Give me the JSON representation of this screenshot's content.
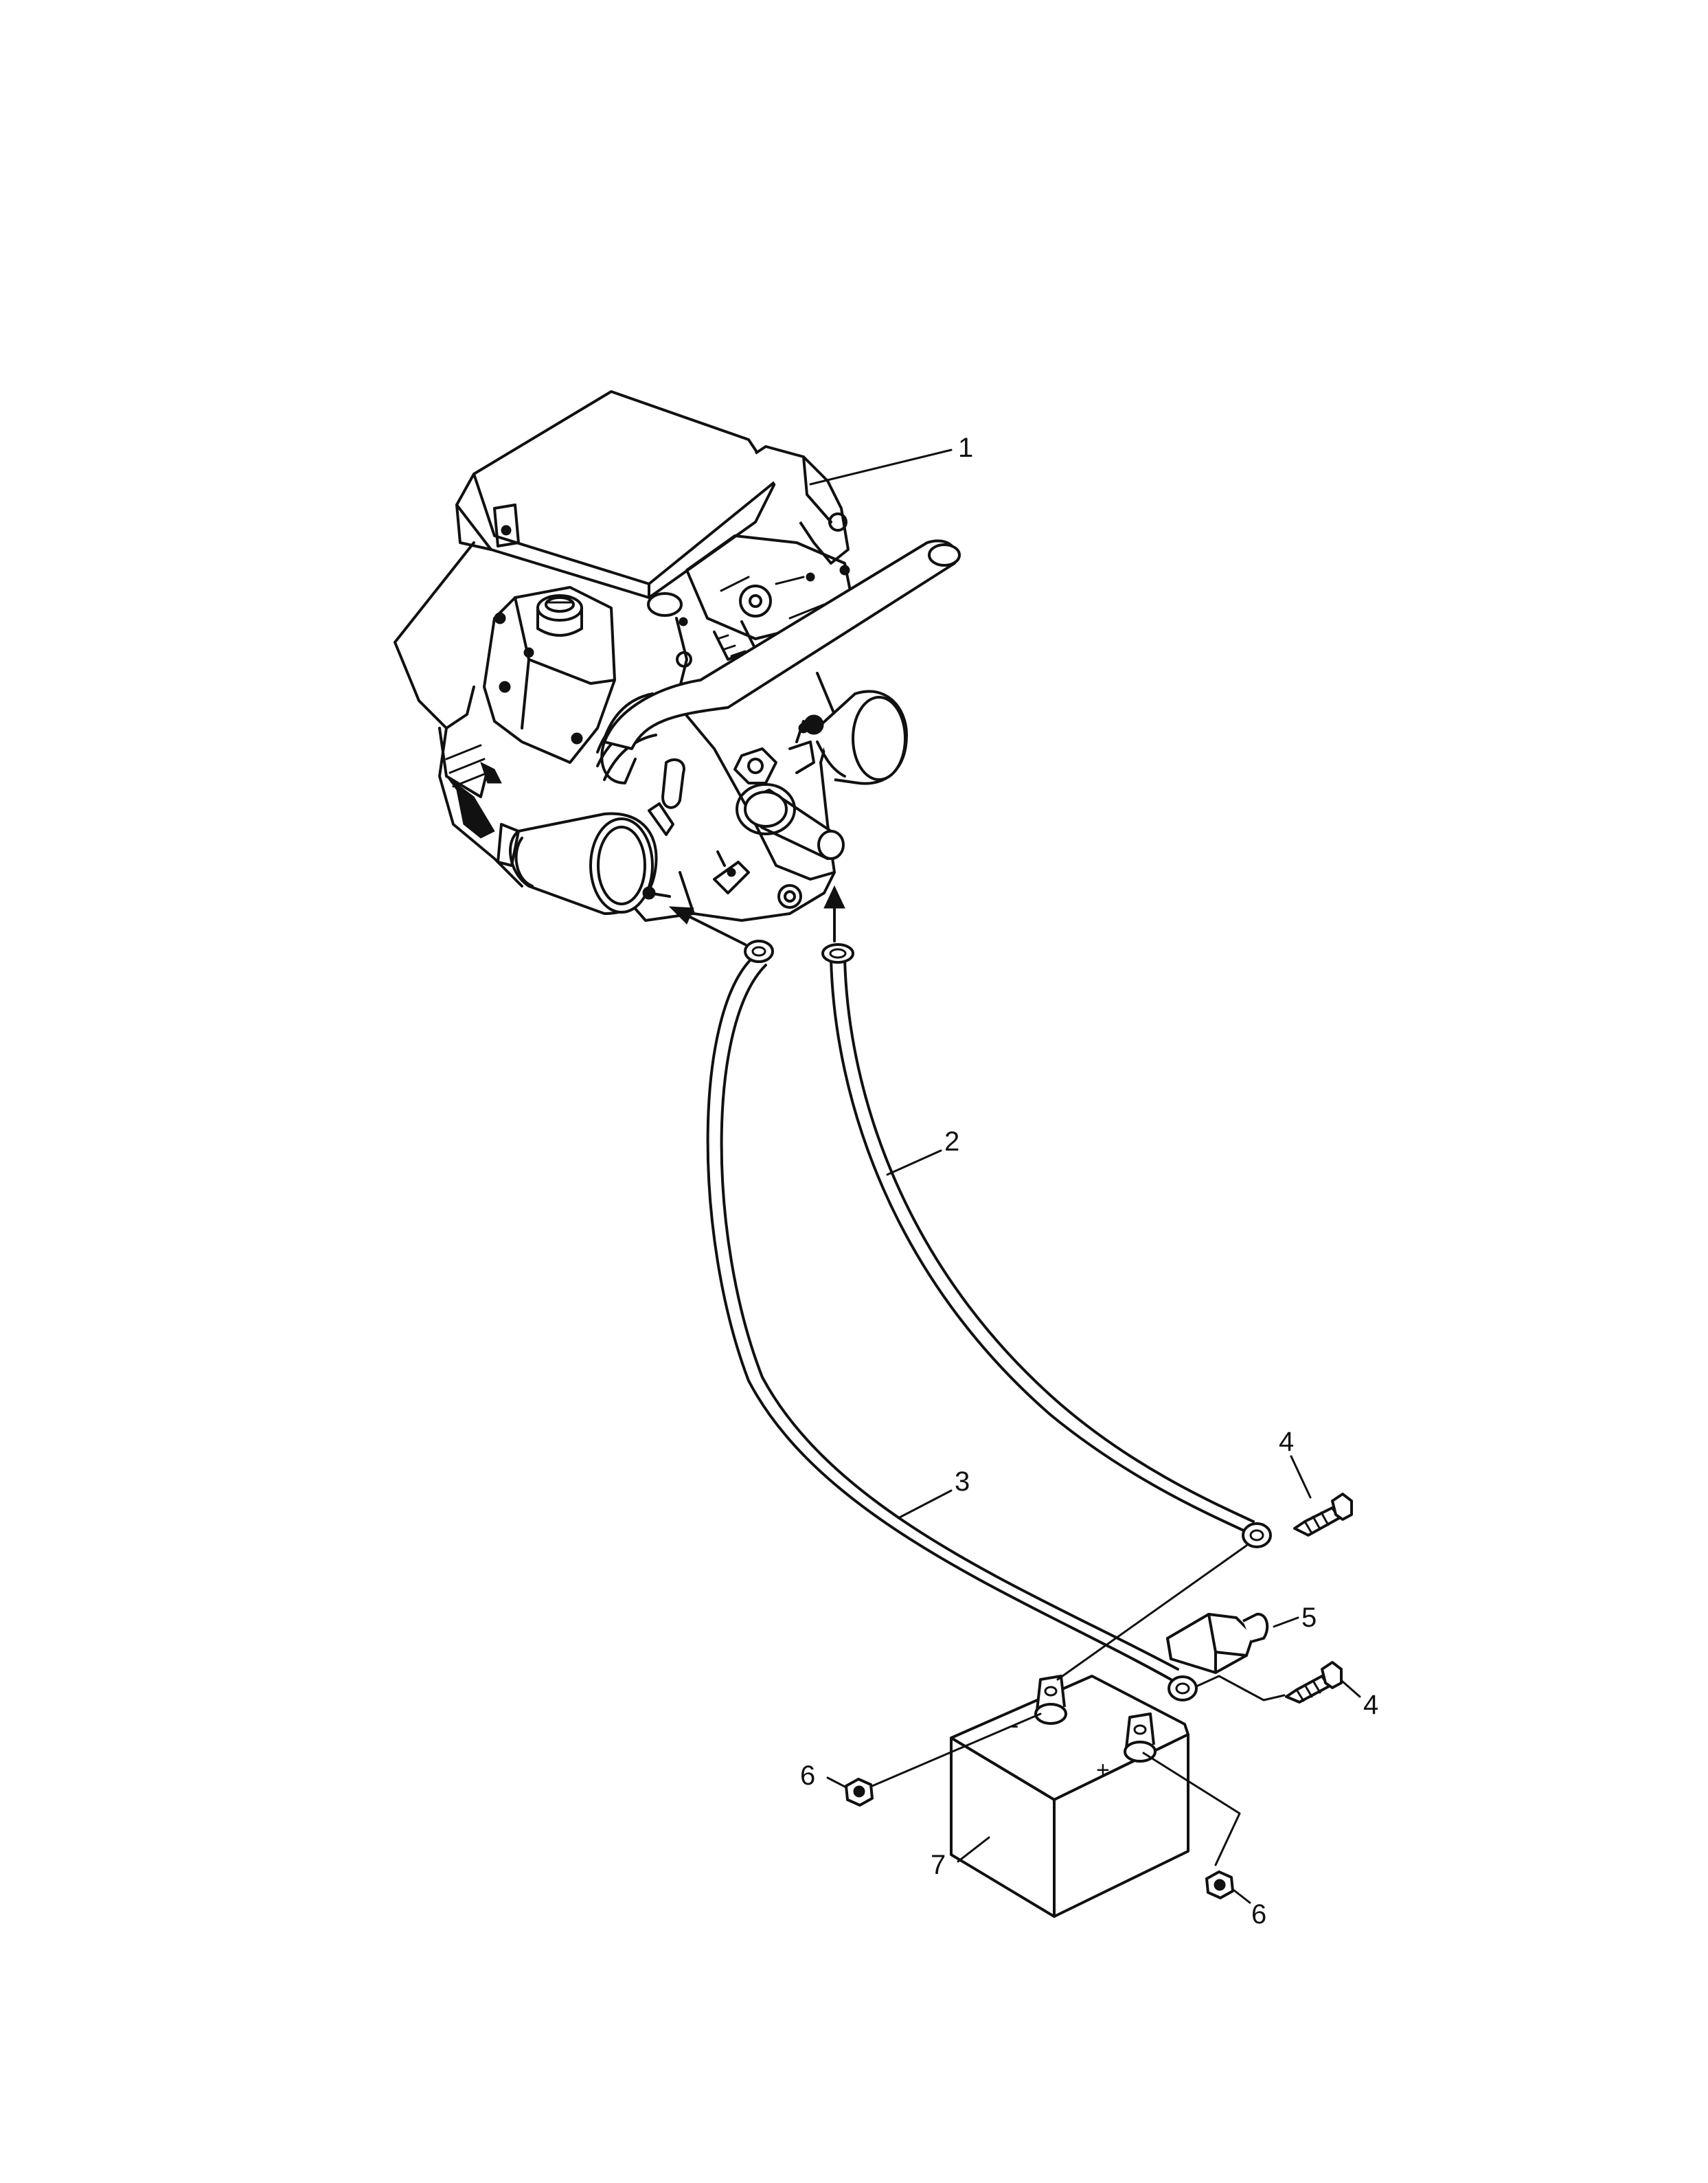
{
  "callouts": [
    {
      "id": "engine",
      "label": "1"
    },
    {
      "id": "cable-positive",
      "label": "2"
    },
    {
      "id": "cable-negative",
      "label": "3"
    },
    {
      "id": "bolt-upper",
      "label": "4"
    },
    {
      "id": "terminal-boot",
      "label": "5"
    },
    {
      "id": "bolt-lower",
      "label": "4"
    },
    {
      "id": "nut-left",
      "label": "6"
    },
    {
      "id": "battery",
      "label": "7"
    },
    {
      "id": "nut-right",
      "label": "6"
    }
  ],
  "battery_terminals": {
    "negative": "-",
    "positive": "+"
  },
  "line_color": "#111111",
  "background_color": "#ffffff"
}
